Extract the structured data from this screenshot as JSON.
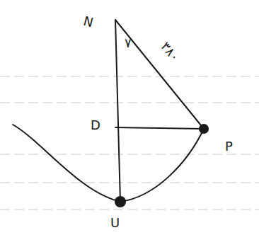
{
  "diagram": {
    "labels": [
      "N",
      "٧",
      "۳۸۰",
      "D",
      "P",
      "U"
    ]
  }
}
